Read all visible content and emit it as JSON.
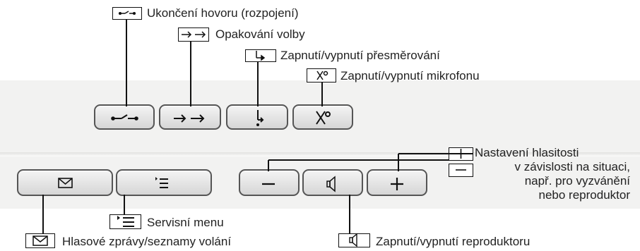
{
  "callouts": {
    "release": "Ukončení hovoru (rozpojení)",
    "redial": "Opakování volby",
    "forward": "Zapnutí/vypnutí přesměrování",
    "mute": "Zapnutí/vypnutí mikrofonu",
    "volume": [
      "Nastavení hlasitosti",
      "v závislosti na situaci,",
      "např. pro vyzvánění",
      "nebo reproduktor"
    ],
    "service_menu": "Servisní menu",
    "messages": "Hlasové zprávy/seznamy volání",
    "speaker": "Zapnutí/vypnutí reproduktoru"
  }
}
